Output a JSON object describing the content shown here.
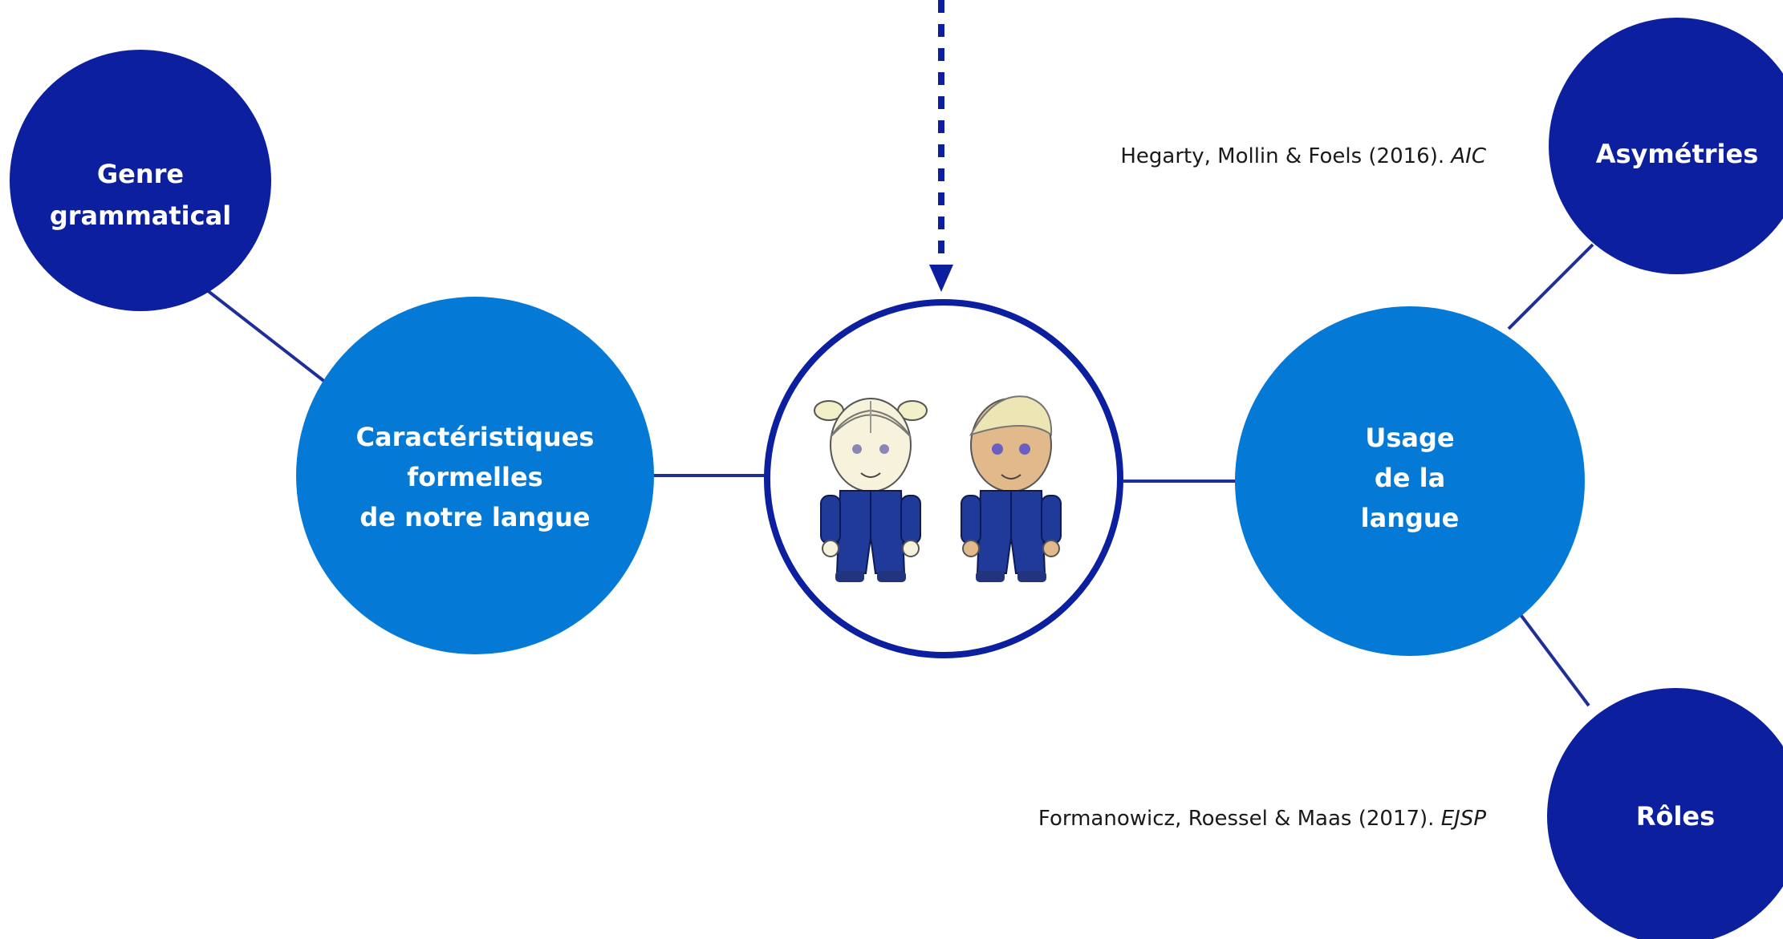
{
  "colors": {
    "dark_blue": "#0c1f9e",
    "mid_blue": "#0579d6",
    "line": "#1f2f9a",
    "center_ring": "#0c1f9e"
  },
  "nodes": {
    "genre": {
      "lines": [
        "Genre",
        "grammatical"
      ]
    },
    "caracteristiques": {
      "lines": [
        "Caractéristiques",
        "formelles",
        "de notre langue"
      ]
    },
    "usage": {
      "lines": [
        "Usage",
        "de la",
        "langue"
      ]
    },
    "asymetries": {
      "lines": [
        "Asymétries"
      ]
    },
    "roles": {
      "lines": [
        "Rôles"
      ]
    }
  },
  "references": {
    "hegarty": {
      "authors": "Hegarty, Mollin & Foels (2016). ",
      "journal": "AIC"
    },
    "formanowicz": {
      "authors": "Formanowicz, Roessel & Maas (2017). ",
      "journal": "EJSP"
    }
  },
  "center_image": {
    "icon": "two-children-cartoon-icon"
  }
}
